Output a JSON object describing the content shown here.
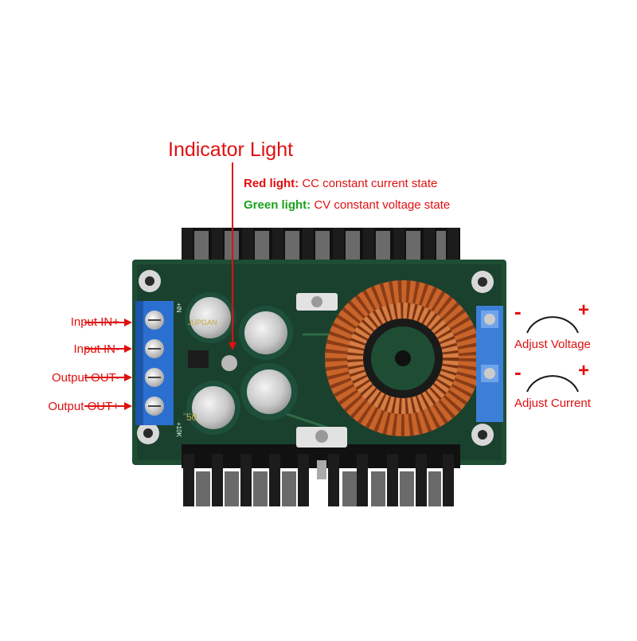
{
  "indicator": {
    "title": "Indicator Light",
    "red_label": "Red light:",
    "red_text": "CC constant current state",
    "green_label": "Green light:",
    "green_text": "CV constant voltage state"
  },
  "terminals": [
    "Input IN+",
    "Input IN-",
    "Output OUT-",
    "Output OUT+"
  ],
  "adjust": {
    "voltage": "Adjust Voltage",
    "current": "Adjust Current",
    "minus": "-",
    "plus": "+"
  },
  "board_text": {
    "in_mark": "+IN",
    "out_mark": "+10K",
    "brand": "JUPGAN",
    "cap_mark": "50"
  },
  "colors": {
    "annotation_red": "#e01010",
    "annotation_green": "#1aa31a",
    "pcb_green": "#1e4a32",
    "heatsink": "#1a1a1a",
    "terminal_blue": "#2b6fd0",
    "copper": "#c8642a"
  }
}
